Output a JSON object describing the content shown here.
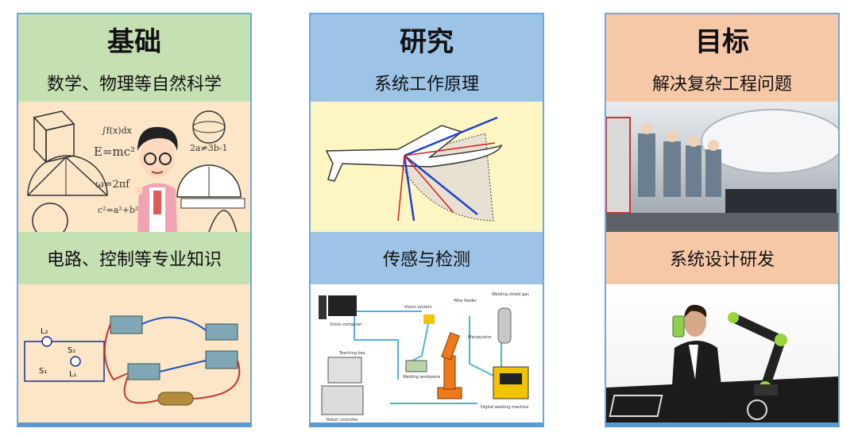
{
  "columns": [
    {
      "title": "基础",
      "subtitle_top": "数学、物理等自然科学",
      "subtitle_bottom": "电路、控制等专业知识",
      "header_color": "#c5e0b3",
      "image_top": "math-formulas-illustration",
      "image_bottom": "circuit-diagram-illustration",
      "formulas": [
        "E=mc²",
        "ω=2πf",
        "c²=a²+b²",
        "2a≠3b-1"
      ],
      "circuit_labels": [
        "L₂",
        "S₂",
        "S₁",
        "L₁"
      ]
    },
    {
      "title": "研究",
      "subtitle_top": "系统工作原理",
      "subtitle_bottom": "传感与检测",
      "header_color": "#9dc3e6",
      "image_top": "aircraft-coordinate-diagram",
      "image_bottom": "robot-welding-system-diagram",
      "diagram_labels": [
        "Vision computer",
        "Vision system",
        "Wire feeder",
        "Welding shield gas",
        "Manipulator",
        "Teaching box",
        "Welding workpiece",
        "Robot controller",
        "Digital welding machine"
      ]
    },
    {
      "title": "目标",
      "subtitle_top": "解决复杂工程问题",
      "subtitle_bottom": "系统设计研发",
      "header_color": "#f7c8a8",
      "image_top": "aircraft-assembly-photo",
      "image_bottom": "robotic-arm-demo-photo"
    }
  ]
}
